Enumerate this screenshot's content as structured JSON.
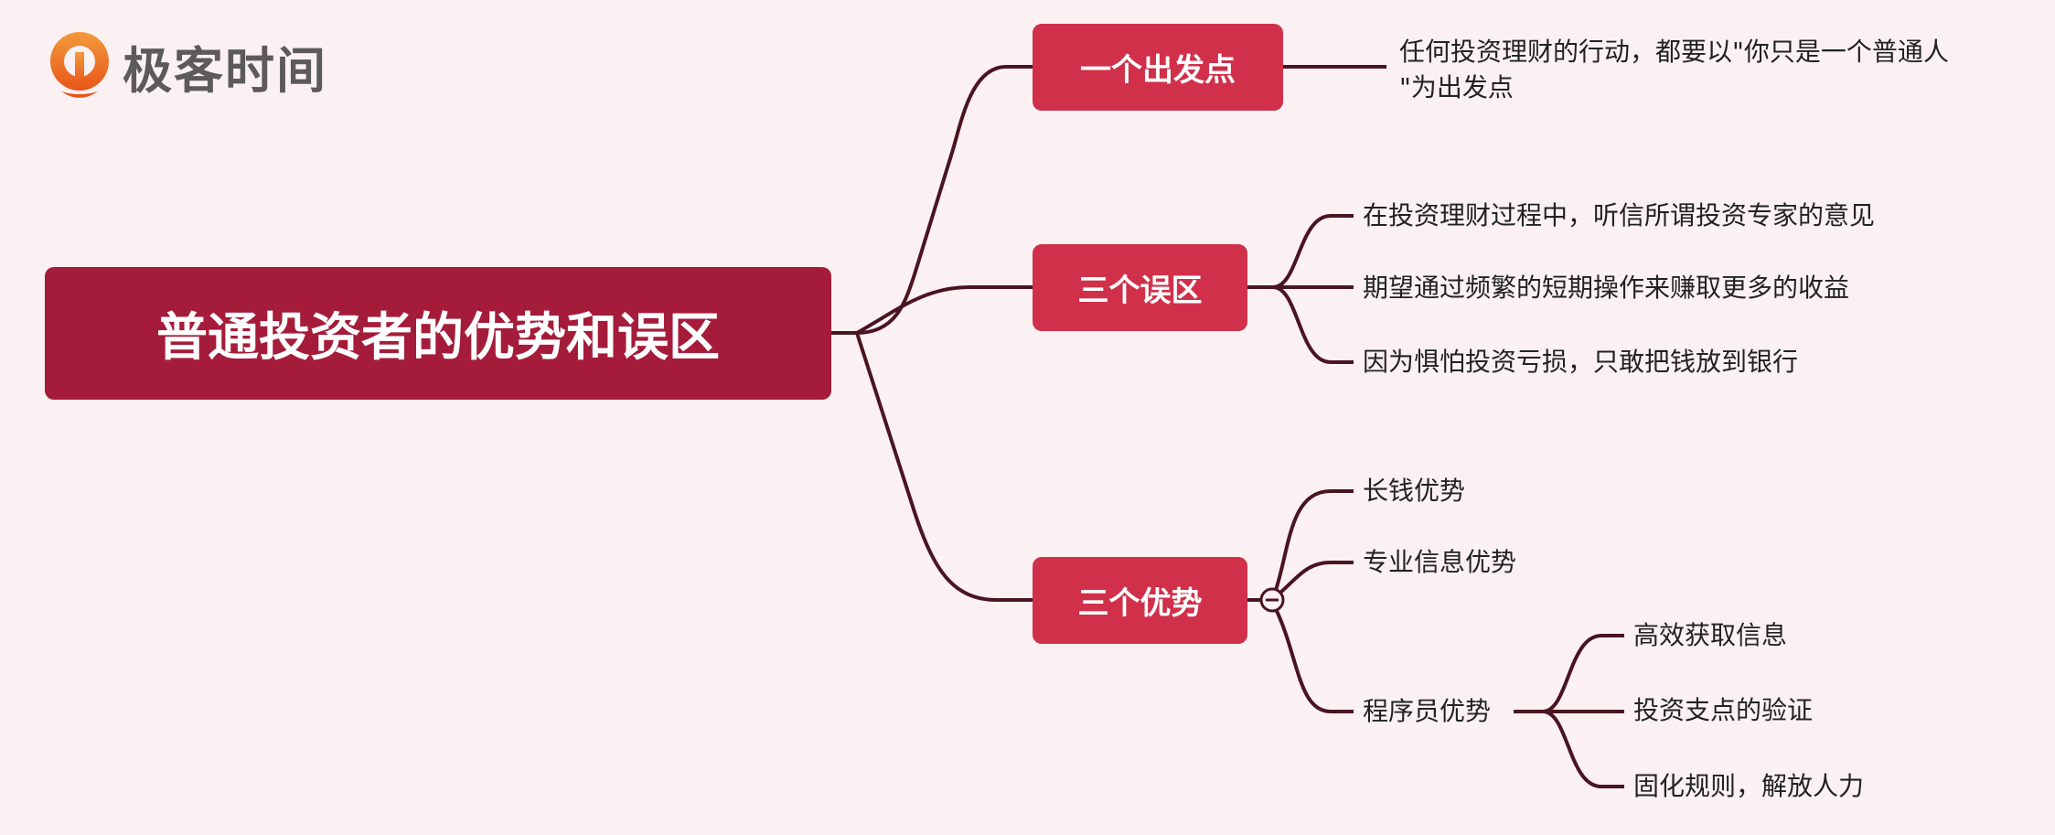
{
  "logo": {
    "text": "极客时间"
  },
  "root": {
    "label": "普通投资者的优势和误区"
  },
  "branches": [
    {
      "label": "一个出发点",
      "children": [
        "任何投资理财的行动，都要以\"你只是一个普通人",
        "\"为出发点"
      ]
    },
    {
      "label": "三个误区",
      "children": [
        "在投资理财过程中，听信所谓投资专家的意见",
        "期望通过频繁的短期操作来赚取更多的收益",
        "因为惧怕投资亏损，只敢把钱放到银行"
      ]
    },
    {
      "label": "三个优势",
      "children": [
        "长钱优势",
        "专业信息优势",
        "程序员优势"
      ],
      "programmer_children": [
        "高效获取信息",
        "投资支点的验证",
        "固化规则，解放人力"
      ]
    }
  ],
  "colors": {
    "root": "#a51c3a",
    "branch": "#d1304a",
    "line": "#4a1420"
  }
}
